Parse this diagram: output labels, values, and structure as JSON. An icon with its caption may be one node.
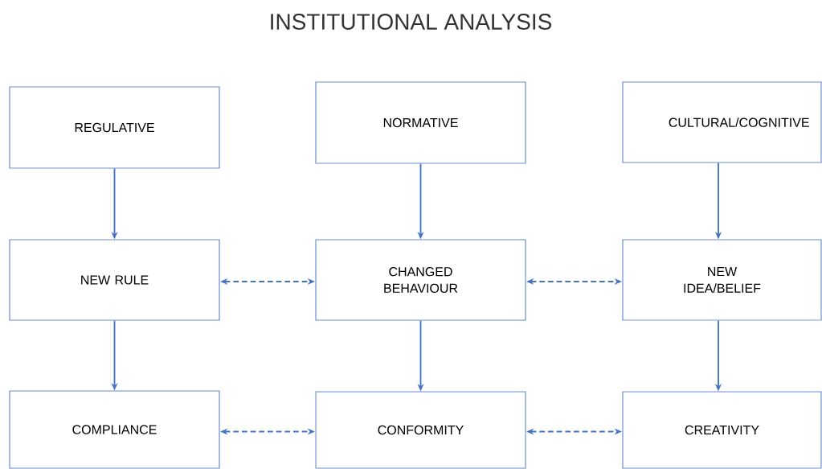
{
  "diagram": {
    "title": "INSTITUTIONAL ANALYSIS",
    "nodes": [
      {
        "text": [
          "REGULATIVE"
        ]
      },
      {
        "text": [
          "NORMATIVE"
        ]
      },
      {
        "text": [
          "CULTURAL/COGNITIVE"
        ]
      },
      {
        "text": [
          "NEW RULE"
        ]
      },
      {
        "text": [
          "CHANGED BEHAVIOUR"
        ]
      },
      {
        "text": [
          "NEW IDEA/BELIEF"
        ]
      },
      {
        "text": [
          "COMPLIANCE"
        ]
      },
      {
        "text": [
          "CONFORMITY"
        ]
      },
      {
        "text": [
          "CREATIVITY"
        ]
      }
    ],
    "edges": [
      {
        "from": 0,
        "to": 3,
        "arrow": "to"
      },
      {
        "from": 1,
        "to": 4,
        "arrow": "to"
      },
      {
        "from": 2,
        "to": 5,
        "arrow": "to"
      },
      {
        "from": 3,
        "to": 6,
        "arrow": "to"
      },
      {
        "from": 4,
        "to": 7,
        "arrow": "to"
      },
      {
        "from": 5,
        "to": 8,
        "arrow": "to"
      },
      {
        "from": 3,
        "to": 4,
        "arrow": "both",
        "style": "dashed"
      },
      {
        "from": 4,
        "to": 5,
        "arrow": "both",
        "style": "dashed"
      },
      {
        "from": 6,
        "to": 7,
        "arrow": "both",
        "style": "dashed"
      },
      {
        "from": 7,
        "to": 8,
        "arrow": "both",
        "style": "dashed"
      }
    ]
  }
}
